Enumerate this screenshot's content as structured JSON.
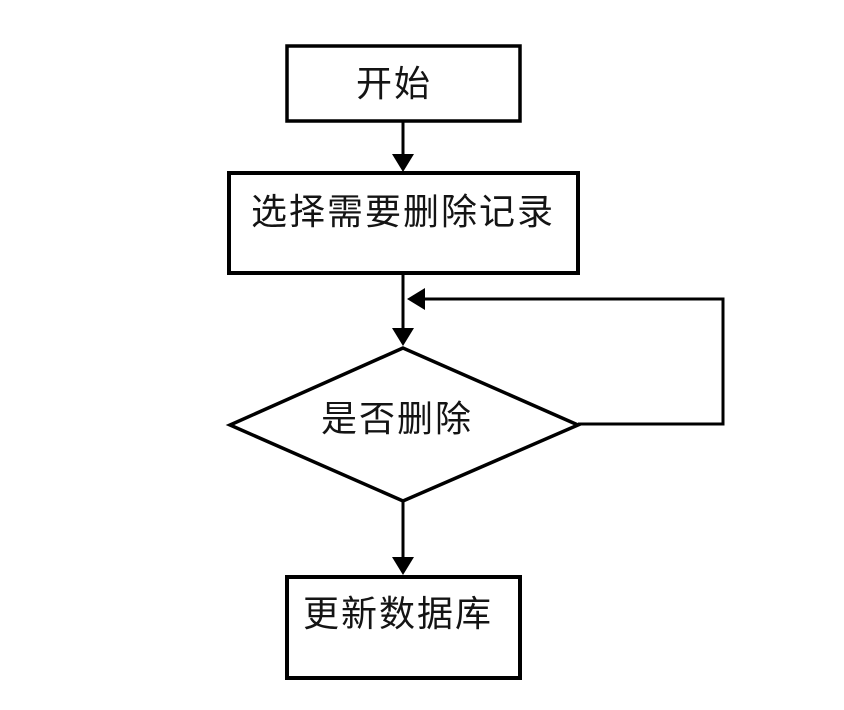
{
  "diagram": {
    "type": "flowchart",
    "background_color": "#ffffff",
    "line_color": "#000000",
    "text_color": "#141414",
    "nodes": [
      {
        "id": "start",
        "shape": "rectangle",
        "label": "开始"
      },
      {
        "id": "select-records",
        "shape": "rectangle",
        "label": "选择需要删除记录"
      },
      {
        "id": "delete-decision",
        "shape": "diamond",
        "label": "是否删除"
      },
      {
        "id": "update-database",
        "shape": "rectangle",
        "label": "更新数据库"
      }
    ],
    "edges": [
      {
        "from": "start",
        "to": "select-records",
        "style": "arrow-down"
      },
      {
        "from": "select-records",
        "to": "delete-decision",
        "style": "arrow-down"
      },
      {
        "from": "delete-decision",
        "to": "select-to-decision-connector",
        "style": "loop-back-right"
      },
      {
        "from": "delete-decision",
        "to": "update-database",
        "style": "arrow-down"
      }
    ]
  }
}
